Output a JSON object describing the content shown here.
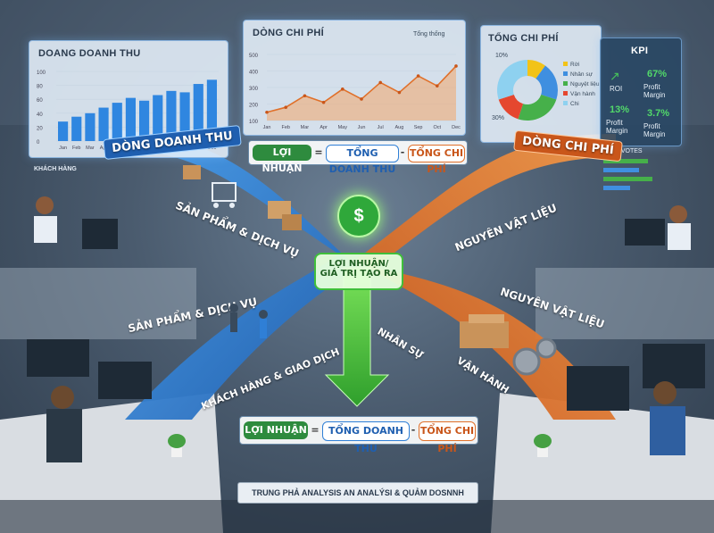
{
  "colors": {
    "blue_stream": "#2f7fd6",
    "orange_stream": "#e0702a",
    "green_arrow": "#3fbf3a",
    "revenue_pill": "#1e7e34",
    "cost_pill": "#d9531e",
    "panel_bg": "#e6f0fa"
  },
  "revenue_panel": {
    "title": "DOANG DOANH THU",
    "months": [
      "Jan",
      "Feb",
      "Mar",
      "Apr",
      "May",
      "Jun",
      "Jul",
      "Aug",
      "Sep",
      "Oct",
      "Nov",
      "Dec"
    ],
    "yticks": [
      "100",
      "80",
      "60",
      "40",
      "20",
      "0"
    ],
    "values": [
      28,
      35,
      40,
      48,
      55,
      62,
      58,
      66,
      72,
      70,
      82,
      88
    ],
    "customer_label": "KHÁCH HÀNG"
  },
  "cost_panel": {
    "title": "DÒNG CHI PHÍ",
    "legend": "Tổng thống",
    "yticks": [
      "500",
      "400",
      "300",
      "200",
      "100"
    ],
    "months": [
      "Jan",
      "Feb",
      "Mar",
      "Apr",
      "May",
      "Jun",
      "Jul",
      "Aug",
      "Sep",
      "Oct",
      "Dec"
    ],
    "values": [
      150,
      180,
      250,
      210,
      290,
      230,
      330,
      270,
      370,
      310,
      430
    ]
  },
  "total_cost_panel": {
    "title": "TỔNG CHI PHÍ",
    "pct_top": "10%",
    "pct_bottom": "30%",
    "legend": [
      "Rời",
      "Nhân sự",
      "Nguyệt liệu",
      "Vận hành",
      "Chi"
    ],
    "slices": [
      10,
      20,
      25,
      15,
      30
    ],
    "slice_colors": [
      "#f2c318",
      "#3f8fe0",
      "#46b04a",
      "#e5472f",
      "#8ed1f0"
    ]
  },
  "kpi": {
    "title": "KPI",
    "items": [
      {
        "value": "67%",
        "label": "Profit Margin"
      },
      {
        "value": "13%",
        "label": "Profit Margin"
      },
      {
        "value": "3.7%",
        "label": "Profit Margin"
      }
    ],
    "roi_label": "ROI",
    "key_label": "KEY VOTES"
  },
  "banners": {
    "revenue_stream": "DÒNG DOANH THU",
    "products_1": "SẢN PHẨM & DỊCH VỤ",
    "products_2": "SẢN PHẨM & DỊCH VỤ",
    "customers": "KHÁCH HÀNG & GIAO DỊCH",
    "cost_stream": "DÒNG CHI PHÍ",
    "materials_1": "NGUYÊN VẬT LIỆU",
    "materials_2": "NGUYÊN VẬT LIỆU",
    "hr": "NHÂN SỰ",
    "operations": "VẬN HÀNH"
  },
  "center": {
    "label_line1": "LỢI NHUẬN/",
    "label_line2": "GIÁ TRỊ TẠO RA",
    "icon_symbol": "$"
  },
  "equation_top": {
    "profit": "LỢI NHUẬN",
    "eq": "=",
    "revenue": "TỔNG DOANH THU",
    "minus": "-",
    "cost": "TỔNG CHI PHÍ"
  },
  "equation_bottom": {
    "profit": "LỢI NHUẬN",
    "eq": "=",
    "revenue": "TỔNG DOANH THU",
    "minus": "-",
    "cost": "TỔNG CHI PHÍ"
  },
  "footer": {
    "caption": "TRUNG PHẢ ANALYSIS AN ANALÝSI & QUẢM DOSNNH"
  }
}
